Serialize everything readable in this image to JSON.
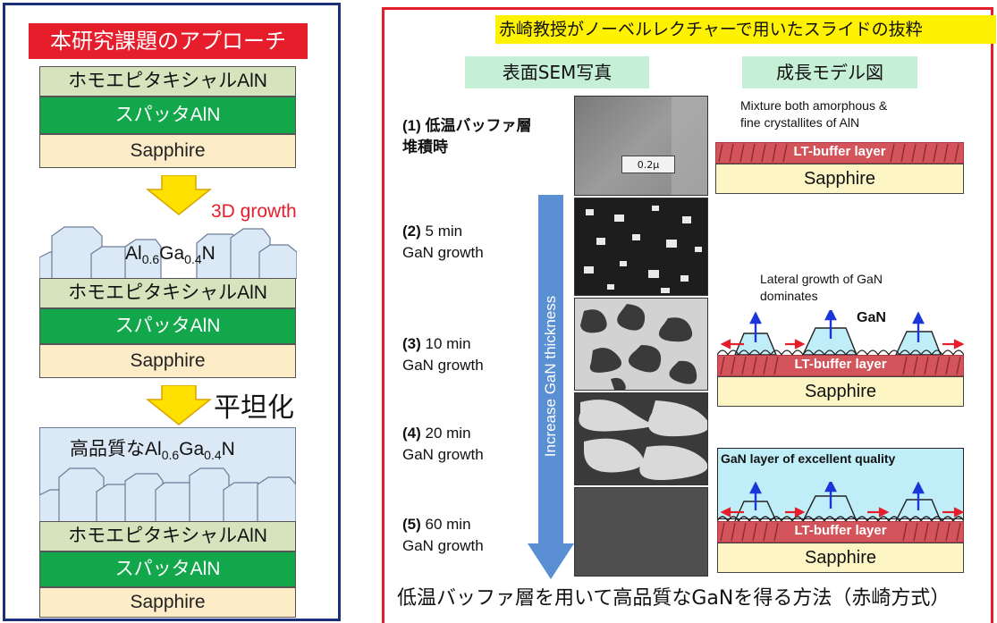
{
  "left": {
    "title": "本研究課題のアプローチ",
    "layer_homo": "ホモエピタキシャルAlN",
    "layer_sputter": "スパッタAlN",
    "layer_sapphire": "Sapphire",
    "growth_3d": "3D growth",
    "algan_prefix": "Al",
    "algan_sub1": "0.6",
    "algan_mid": "Ga",
    "algan_sub2": "0.4",
    "algan_suffix": "N",
    "flatten": "平坦化",
    "hq_prefix": "高品質なAl",
    "colors": {
      "frame": "#1c2f7a",
      "title_bg": "#e61d2b",
      "homo": "#d6e4bd",
      "sputter": "#11a74a",
      "sapphire": "#fcecc7",
      "arrow": "#ffe100",
      "crystal": "#dbe9f7"
    }
  },
  "right": {
    "banner": "赤崎教授がノーベルレクチャーで用いたスライドの抜粋",
    "col_sem": "表面SEM写真",
    "col_model": "成長モデル図",
    "stages": [
      {
        "num": "(1)",
        "text1": "低温バッファ層",
        "text2": "堆積時"
      },
      {
        "num": "(2)",
        "text1": "5 min",
        "text2": "GaN growth"
      },
      {
        "num": "(3)",
        "text1": "10 min",
        "text2": "GaN growth"
      },
      {
        "num": "(4)",
        "text1": "20 min",
        "text2": "GaN growth"
      },
      {
        "num": "(5)",
        "text1": "60 min",
        "text2": "GaN growth"
      }
    ],
    "thickness_arrow": "Increase GaN thickness",
    "scale_bar": "0.2μ",
    "model1_note1": "Mixture both amorphous &",
    "model1_note2": "fine crystallites of AlN",
    "lt_buffer": "LT-buffer layer",
    "sapphire": "Sapphire",
    "model2_note1": "Lateral growth of GaN",
    "model2_note2": "dominates",
    "gan": "GaN",
    "model3_title": "GaN layer of excellent quality",
    "caption": "低温バッファ層を用いて高品質なGaNを得る方法（赤崎方式）",
    "colors": {
      "frame": "#e61d2b",
      "banner": "#fff200",
      "header": "#c6f0d6",
      "arrow": "#5b8fd3",
      "buffer": "#d4545c",
      "gan": "#bfeef8"
    }
  }
}
